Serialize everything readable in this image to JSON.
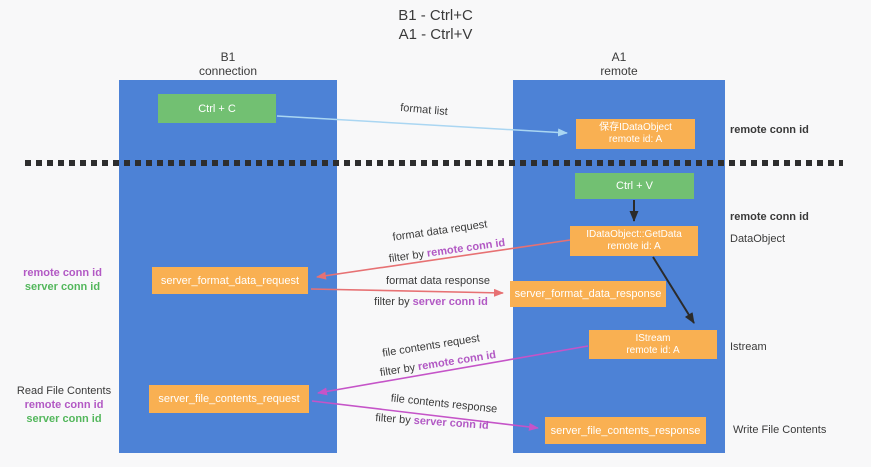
{
  "title": {
    "lines": [
      "B1 - Ctrl+C",
      "A1 - Ctrl+V"
    ]
  },
  "columns": {
    "left": {
      "header": [
        "B1",
        "connection"
      ]
    },
    "right": {
      "header": [
        "A1",
        "remote"
      ]
    }
  },
  "nodes": {
    "ctrl_c": {
      "label": "Ctrl + C"
    },
    "save_idataobject": {
      "line1": "保存IDataObject",
      "line2": "remote id: A"
    },
    "ctrl_v": {
      "label": "Ctrl + V"
    },
    "getdata": {
      "line1": "IDataObject::GetData",
      "line2": "remote id: A"
    },
    "format_request": {
      "label": "server_format_data_request"
    },
    "format_response": {
      "label": "server_format_data_response"
    },
    "istream": {
      "line1": "IStream",
      "line2": "remote id: A"
    },
    "file_request": {
      "label": "server_file_contents_request"
    },
    "file_response": {
      "label": "server_file_contents_response"
    }
  },
  "flow_labels": {
    "format_list": "format list",
    "format_data_request": "format data request",
    "format_data_response": "format data response",
    "file_contents_request": "file contents request",
    "file_contents_response": "file contents response",
    "filter_by": "filter by",
    "remote_conn_id": "remote conn id",
    "server_conn_id": "server conn id"
  },
  "side_labels": {
    "remote_conn_id": "remote conn id",
    "server_conn_id": "server conn id",
    "read_file_contents": "Read File Contents",
    "write_file_contents": "Write File Contents",
    "dataobject": "DataObject",
    "istream": "Istream"
  },
  "colors": {
    "column_blue": "#4d82d6",
    "node_orange": "#f9b052",
    "node_green": "#72c072",
    "arrow_light_blue": "#aad6f2",
    "arrow_red": "#e77173",
    "arrow_magenta": "#c554c8",
    "arrow_black": "#2b2b2b",
    "text_purple": "#b259c4",
    "text_green": "#53b75c",
    "text_dark": "#3a3a3a"
  }
}
